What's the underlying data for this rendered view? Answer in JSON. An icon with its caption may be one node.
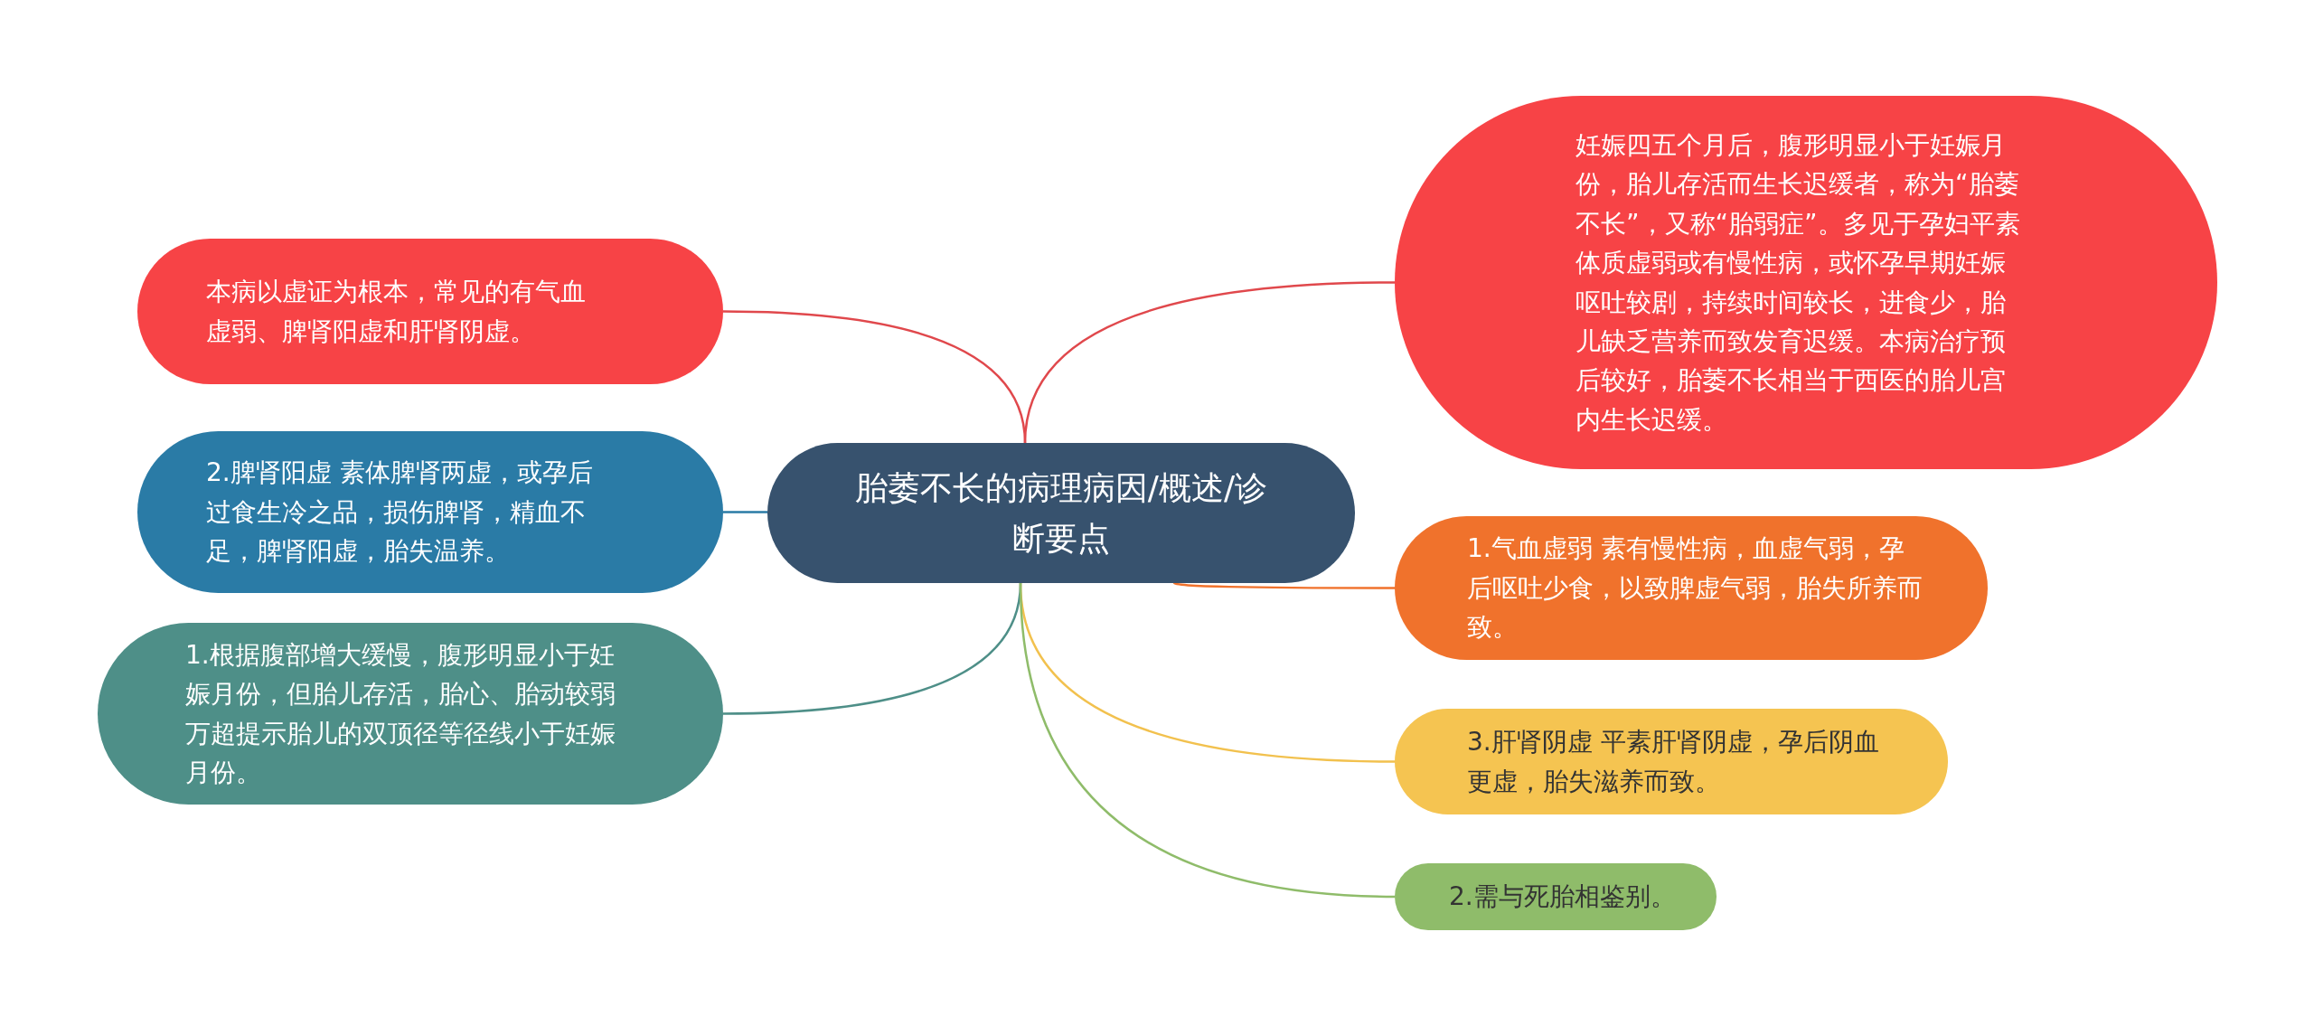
{
  "diagram": {
    "nodes": [
      {
        "text": [
          "胎萎不长的病理病因/概述/诊断要点"
        ]
      },
      {
        "text": [
          "本病以虚证为根本，常见的有气血虚弱、脾肾阳虚和肝肾阴虚。"
        ]
      },
      {
        "text": [
          "2.脾肾阳虚 素体脾肾两虚，或孕后过食生冷之品，损伤脾肾，精血不足，脾肾阳虚，胎失温养。"
        ]
      },
      {
        "text": [
          "1.根据腹部增大缓慢，腹形明显小于妊娠月份，但胎儿存活，胎心、胎动较弱万超提示胎儿的双顶径等径线小于妊娠月份。"
        ]
      },
      {
        "text": [
          "妊娠四五个月后，腹形明显小于妊娠月份，胎儿存活而生长迟缓者，称为“胎萎不长”，又称“胎弱症”。多见于孕妇平素体质虚弱或有慢性病，或怀孕早期妊娠呕吐较剧，持续时间较长，进食少，胎儿缺乏营养而致发育迟缓。本病治疗预后较好，胎萎不长相当于西医的胎儿宫内生长迟缓。"
        ]
      },
      {
        "text": [
          "1.气血虚弱 素有慢性病，血虚气弱，孕后呕吐少食，以致脾虚气弱，胎失所养而致。"
        ]
      },
      {
        "text": [
          "3.肝肾阴虚 平素肝肾阴虚，孕后阴血更虚，胎失滋养而致。"
        ]
      },
      {
        "text": [
          "2.需与死胎相鉴别。"
        ]
      }
    ],
    "edges": [
      {
        "from": 0,
        "to": 1,
        "arrow": "none",
        "color": "#e0484c"
      },
      {
        "from": 0,
        "to": 2,
        "arrow": "none",
        "color": "#2a7ba6"
      },
      {
        "from": 0,
        "to": 3,
        "arrow": "none",
        "color": "#4e8f88"
      },
      {
        "from": 0,
        "to": 4,
        "arrow": "none",
        "color": "#e0484c"
      },
      {
        "from": 0,
        "to": 5,
        "arrow": "none",
        "color": "#f0722c"
      },
      {
        "from": 0,
        "to": 6,
        "arrow": "none",
        "color": "#f2c14e"
      },
      {
        "from": 0,
        "to": 7,
        "arrow": "none",
        "color": "#8fbc6a"
      }
    ]
  }
}
